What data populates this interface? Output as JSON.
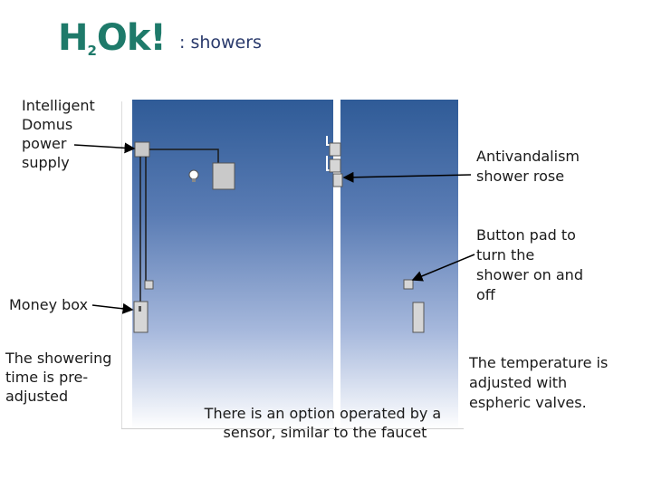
{
  "logo": {
    "h": "H",
    "two": "2",
    "ok": "Ok!"
  },
  "slide_title": ": showers",
  "labels": {
    "power_supply": [
      "Intelligent",
      "Domus",
      "power",
      "supply"
    ],
    "money_box": "Money box",
    "showering_time": [
      "The showering",
      "time is pre-",
      "adjusted"
    ],
    "antivandalism": [
      "Antivandalism",
      "shower rose"
    ],
    "button_pad": [
      "Button pad to",
      "turn the",
      "shower on and",
      "off"
    ],
    "sensor_option": [
      "There is an option operated by a",
      "sensor, similar to the faucet"
    ],
    "temperature": [
      "The temperature is",
      "adjusted with",
      "espheric valves."
    ]
  },
  "colors": {
    "logo": "#1e7a6a",
    "title": "#2a3a6c",
    "wall_top": "#2f5b97",
    "wall_bottom": "#ffffff"
  }
}
